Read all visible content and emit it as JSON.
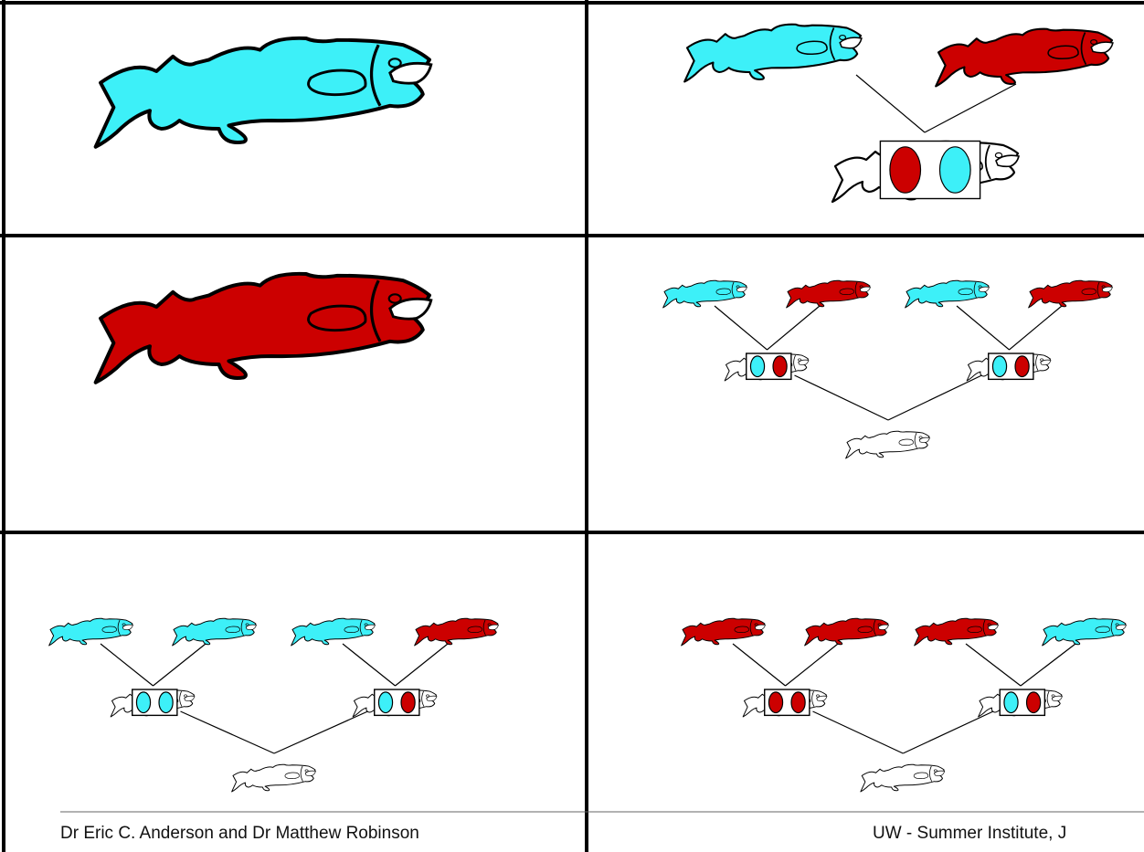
{
  "colors": {
    "population_a": "#3df0f8",
    "population_b": "#cc0000",
    "unassigned": "#ffffff",
    "outline": "#000000"
  },
  "panels": [
    {
      "name": "panel-purebred-cyan",
      "type": "single",
      "fish": "population_a"
    },
    {
      "name": "panel-f1-hybrid",
      "type": "f1",
      "parents": [
        "population_a",
        "population_b"
      ],
      "offspring_alleles": [
        "population_b",
        "population_a"
      ]
    },
    {
      "name": "panel-purebred-red",
      "type": "single",
      "fish": "population_b"
    },
    {
      "name": "panel-f2-cross",
      "type": "pedigree",
      "grandparents": [
        "population_a",
        "population_b",
        "population_a",
        "population_b"
      ],
      "parent_alleles": [
        [
          "population_a",
          "population_b"
        ],
        [
          "population_a",
          "population_b"
        ]
      ]
    },
    {
      "name": "panel-backcross-cyan",
      "type": "pedigree",
      "grandparents": [
        "population_a",
        "population_a",
        "population_a",
        "population_b"
      ],
      "parent_alleles": [
        [
          "population_a",
          "population_a"
        ],
        [
          "population_a",
          "population_b"
        ]
      ]
    },
    {
      "name": "panel-backcross-red",
      "type": "pedigree",
      "grandparents": [
        "population_b",
        "population_b",
        "population_b",
        "population_a"
      ],
      "parent_alleles": [
        [
          "population_b",
          "population_b"
        ],
        [
          "population_a",
          "population_b"
        ]
      ]
    }
  ],
  "footer": {
    "left": "Dr Eric C. Anderson and Dr Matthew Robinson",
    "right": "UW - Summer Institute, J"
  }
}
